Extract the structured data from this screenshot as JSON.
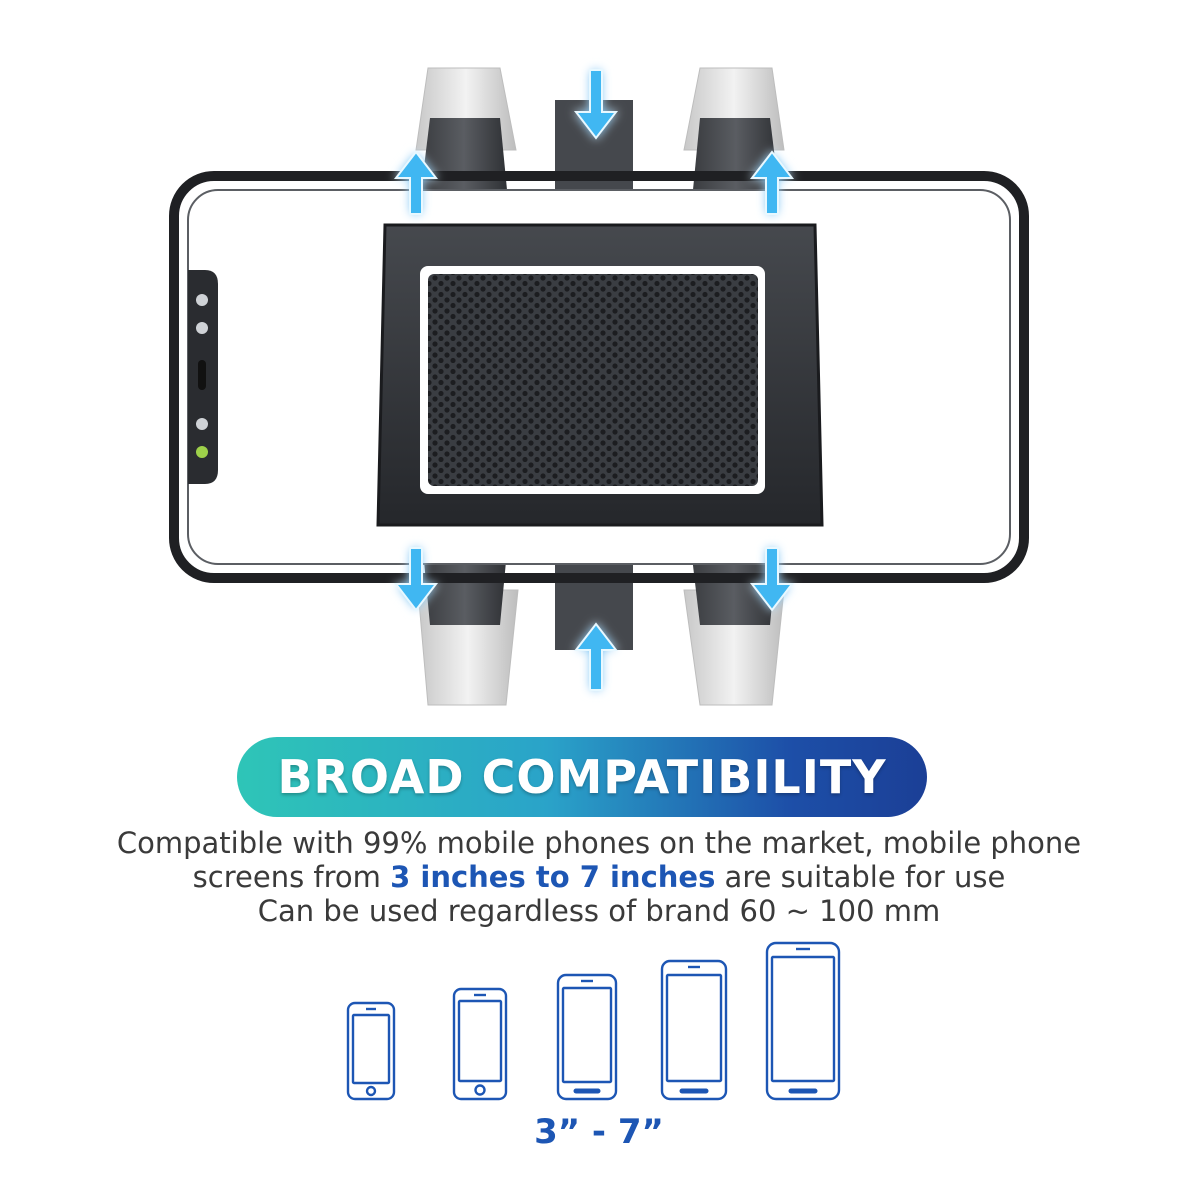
{
  "banner": {
    "title": "BROAD COMPATIBILITY"
  },
  "description": {
    "line1": "Compatible with 99% mobile phones on the market, mobile phone",
    "line2_before": "screens from ",
    "line2_highlight": "3 inches to 7 inches",
    "line2_after": " are suitable for use",
    "line3": "Can be used regardless of brand 60 ~ 100 mm"
  },
  "size_range": {
    "label": "3” - 7”"
  },
  "colors": {
    "accent": "#1d56b4",
    "banner_start": "#2ec5b7",
    "banner_end": "#1b3f96",
    "arrow": "#3fb7f2",
    "text": "#3a3a3a"
  },
  "icons": [
    "phone-icon",
    "arrow-icon",
    "car-phone-mount-icon"
  ]
}
